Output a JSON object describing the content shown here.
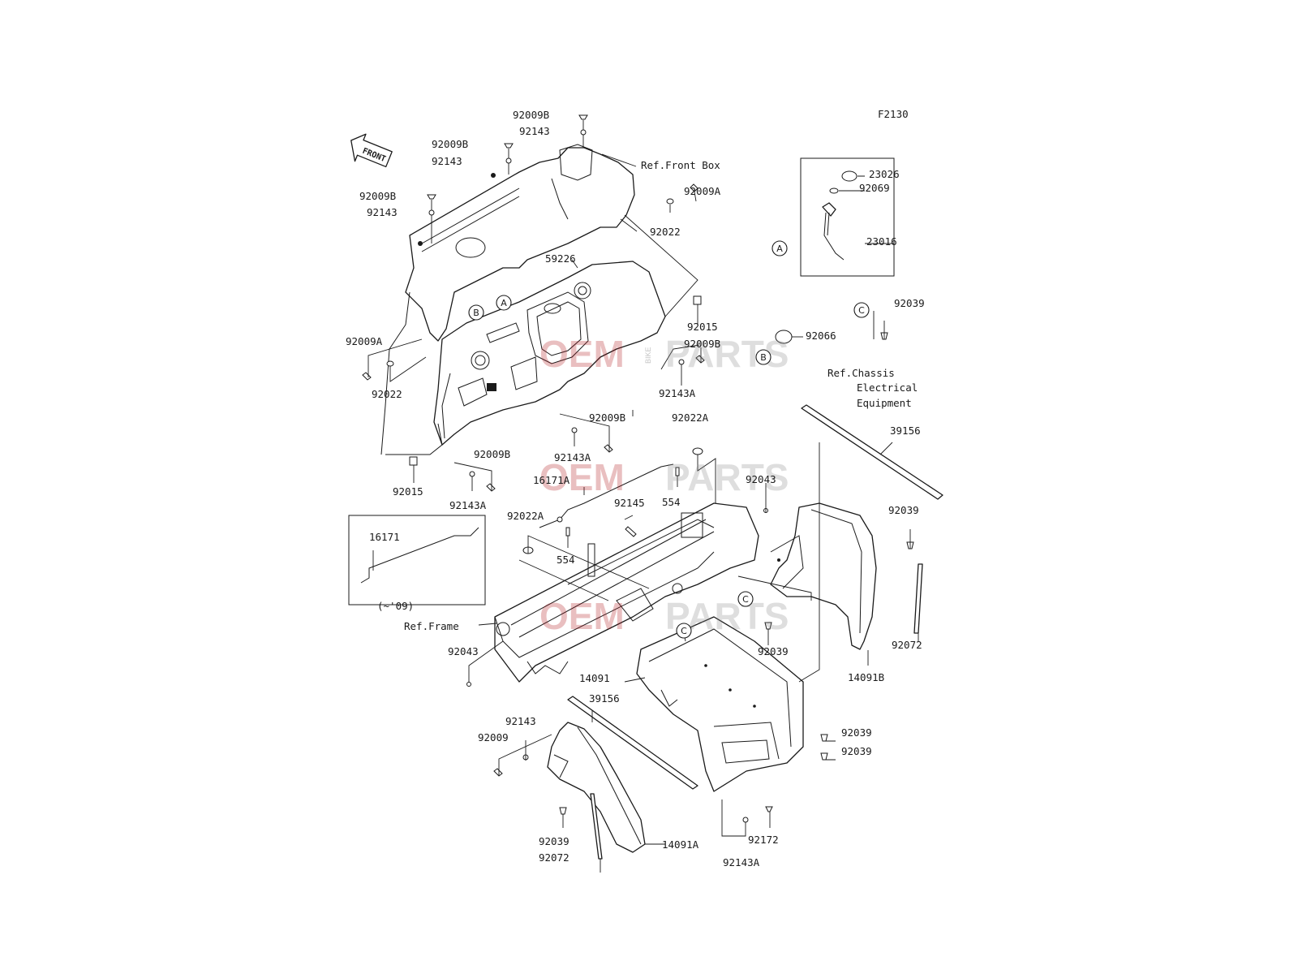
{
  "figure_code": "F2130",
  "front_badge": "FRONT",
  "part_labels": [
    "92009B",
    "92143",
    "92009B",
    "92143",
    "Ref.Front Box",
    "92009B",
    "92143",
    "92009A",
    "92022",
    "59226",
    "92015",
    "92009B",
    "92143A",
    "92009A",
    "92022",
    "92009B",
    "92143A",
    "92022A",
    "92015",
    "92009B",
    "92143A",
    "16171A",
    "92145",
    "554",
    "92043",
    "92022A",
    "554",
    "16171",
    "(~'09)",
    "Ref.Frame",
    "92043",
    "14091",
    "39156",
    "92143",
    "92009",
    "92039",
    "92072",
    "14091A",
    "92143A",
    "92172",
    "92039",
    "92039",
    "92039",
    "14091B",
    "92072",
    "92039",
    "39156",
    "23026",
    "92069",
    "23016",
    "92039",
    "92066",
    "Ref.Chassis",
    "Electrical",
    "Equipment"
  ],
  "callouts": [
    "A",
    "B",
    "A",
    "B",
    "C",
    "C",
    "C"
  ],
  "watermark": {
    "left": "OEM",
    "middle": "BIKE",
    "right": "PARTS"
  }
}
